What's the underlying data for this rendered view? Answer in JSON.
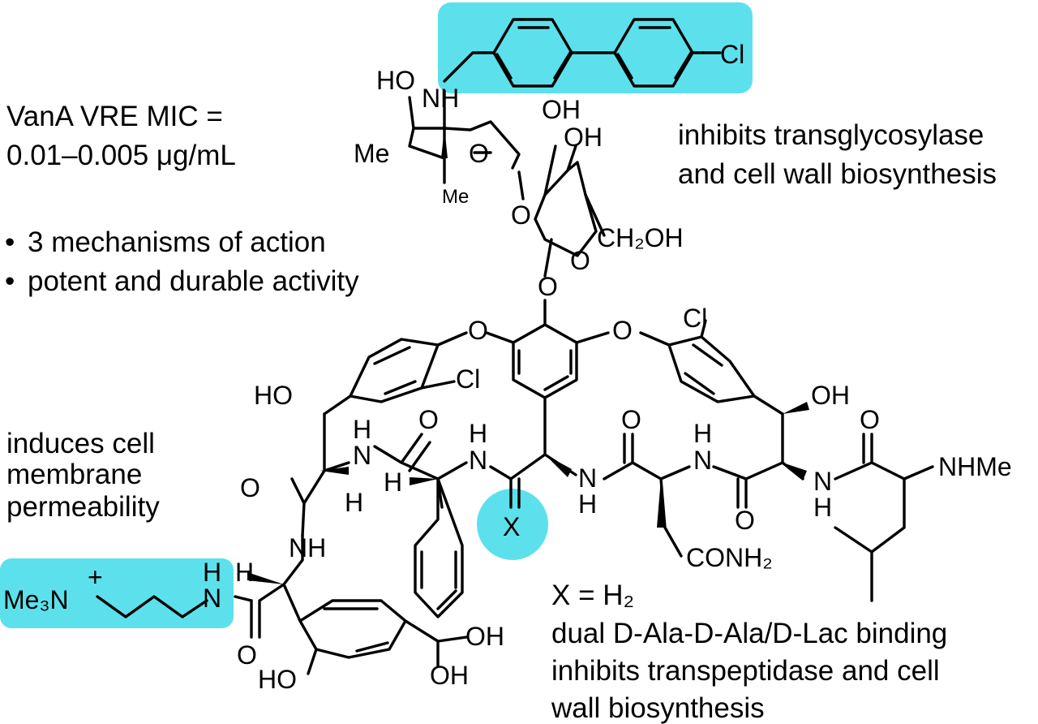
{
  "colors": {
    "highlight": "#5ce1ec",
    "ink": "#000000",
    "background": "#ffffff"
  },
  "annotations": {
    "mic_line1": "VanA VRE MIC =",
    "mic_line2": "0.01–0.005 μg/mL",
    "bullet_symbol": "•",
    "bullet1": "3 mechanisms of action",
    "bullet2": "potent and durable activity",
    "transglycosylase_line1": "inhibits transglycosylase",
    "transglycosylase_line2": "and cell wall biosynthesis",
    "membrane_line1": "induces cell",
    "membrane_line2": "membrane",
    "membrane_line3": "permeability",
    "x_definition": "X = H₂",
    "binding_line1": "dual D-Ala-D-Ala/D-Lac binding",
    "binding_line2": "inhibits transpeptidase and cell",
    "binding_line3": "wall biosynthesis"
  },
  "structure_labels": {
    "cl_biphenyl": "Cl",
    "ho_sugar": "HO",
    "nh_sugar": "NH",
    "oh_top1": "OH",
    "oh_top2": "OH",
    "me_sugar": "Me",
    "o_ring_sugar": "O",
    "me_sugar2": "Me",
    "o_glycoside": "O",
    "ch2oh": "CH₂OH",
    "o_glucose_ring": "O",
    "o_aryl": "O",
    "o_ether_left": "O",
    "o_ether_right": "O",
    "cl_right": "Cl",
    "cl_left": "Cl",
    "ho_left": "HO",
    "oh_right": "OH",
    "h_amide1": "H",
    "n_amide1": "N",
    "o_amide1": "O",
    "h_amide2": "H",
    "n_amide2": "N",
    "o_amide3": "O",
    "h_amide4": "H",
    "n_amide4": "N",
    "o_amide5": "O",
    "nhme": "NHMe",
    "o_left": "O",
    "h_alpha1": "H",
    "h_alpha2": "H",
    "x_label": "X",
    "n_amide3": "N",
    "h_amide3": "H",
    "o_amide4": "O",
    "n_amide5": "N",
    "h_amide5": "H",
    "conh2": "CONH₂",
    "nh_macro": "NH",
    "h_alpha3": "H",
    "nme3": "Me₃N",
    "plus": "+",
    "h_amide6": "H",
    "n_amide6": "N",
    "o_amide6": "O",
    "oh_phenol1": "OH",
    "oh_phenol2": "OH",
    "ho_phenol": "HO"
  }
}
